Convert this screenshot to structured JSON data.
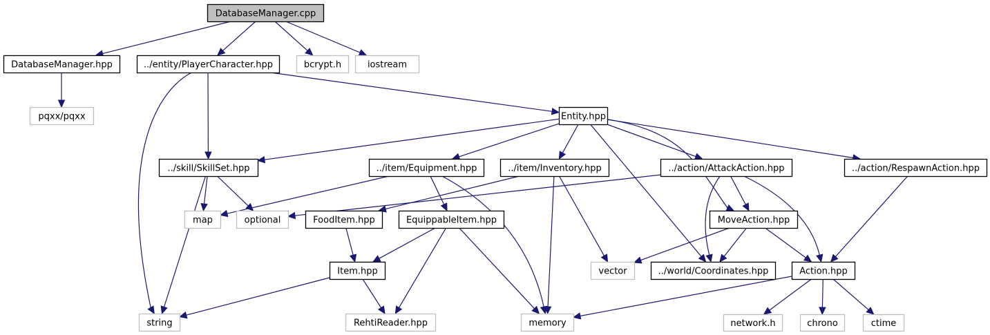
{
  "diagram": {
    "title": "DatabaseManager.cpp",
    "type": "include-dependency-graph",
    "colors": {
      "edge": "#191970",
      "root_fill": "#bfbfbf",
      "internal_border": "#000000",
      "external_border": "#bfbfbf"
    },
    "nodes": [
      {
        "id": "dbm_cpp",
        "label": "DatabaseManager.cpp",
        "kind": "root"
      },
      {
        "id": "dbm_hpp",
        "label": "DatabaseManager.hpp",
        "kind": "internal"
      },
      {
        "id": "player",
        "label": "../entity/PlayerCharacter.hpp",
        "kind": "internal"
      },
      {
        "id": "bcrypt",
        "label": "bcrypt.h",
        "kind": "external"
      },
      {
        "id": "iostream",
        "label": "iostream",
        "kind": "external"
      },
      {
        "id": "pqxx",
        "label": "pqxx/pqxx",
        "kind": "external"
      },
      {
        "id": "entity",
        "label": "Entity.hpp",
        "kind": "internal"
      },
      {
        "id": "skillset",
        "label": "../skill/SkillSet.hpp",
        "kind": "internal"
      },
      {
        "id": "equipment",
        "label": "../item/Equipment.hpp",
        "kind": "internal"
      },
      {
        "id": "inventory",
        "label": "../item/Inventory.hpp",
        "kind": "internal"
      },
      {
        "id": "attack",
        "label": "../action/AttackAction.hpp",
        "kind": "internal"
      },
      {
        "id": "respawn",
        "label": "../action/RespawnAction.hpp",
        "kind": "internal"
      },
      {
        "id": "map",
        "label": "map",
        "kind": "external"
      },
      {
        "id": "optional",
        "label": "optional",
        "kind": "external"
      },
      {
        "id": "fooditem",
        "label": "FoodItem.hpp",
        "kind": "internal"
      },
      {
        "id": "equippable",
        "label": "EquippableItem.hpp",
        "kind": "internal"
      },
      {
        "id": "move",
        "label": "MoveAction.hpp",
        "kind": "internal"
      },
      {
        "id": "vector",
        "label": "vector",
        "kind": "external"
      },
      {
        "id": "coords",
        "label": "../world/Coordinates.hpp",
        "kind": "internal"
      },
      {
        "id": "action",
        "label": "Action.hpp",
        "kind": "internal"
      },
      {
        "id": "item",
        "label": "Item.hpp",
        "kind": "internal"
      },
      {
        "id": "string",
        "label": "string",
        "kind": "external"
      },
      {
        "id": "rehti",
        "label": "RehtiReader.hpp",
        "kind": "external"
      },
      {
        "id": "memory",
        "label": "memory",
        "kind": "external"
      },
      {
        "id": "network",
        "label": "network.h",
        "kind": "external"
      },
      {
        "id": "chrono",
        "label": "chrono",
        "kind": "external"
      },
      {
        "id": "ctime",
        "label": "ctime",
        "kind": "external"
      }
    ],
    "edges": [
      {
        "from": "dbm_cpp",
        "to": "dbm_hpp"
      },
      {
        "from": "dbm_cpp",
        "to": "player"
      },
      {
        "from": "dbm_cpp",
        "to": "bcrypt"
      },
      {
        "from": "dbm_cpp",
        "to": "iostream"
      },
      {
        "from": "dbm_hpp",
        "to": "pqxx"
      },
      {
        "from": "player",
        "to": "entity"
      },
      {
        "from": "player",
        "to": "skillset"
      },
      {
        "from": "player",
        "to": "string"
      },
      {
        "from": "entity",
        "to": "skillset"
      },
      {
        "from": "entity",
        "to": "equipment"
      },
      {
        "from": "entity",
        "to": "inventory"
      },
      {
        "from": "entity",
        "to": "attack"
      },
      {
        "from": "entity",
        "to": "respawn"
      },
      {
        "from": "entity",
        "to": "move"
      },
      {
        "from": "entity",
        "to": "coords"
      },
      {
        "from": "skillset",
        "to": "map"
      },
      {
        "from": "skillset",
        "to": "optional"
      },
      {
        "from": "skillset",
        "to": "string"
      },
      {
        "from": "equipment",
        "to": "map"
      },
      {
        "from": "equipment",
        "to": "equippable"
      },
      {
        "from": "equipment",
        "to": "memory"
      },
      {
        "from": "inventory",
        "to": "fooditem"
      },
      {
        "from": "inventory",
        "to": "memory"
      },
      {
        "from": "inventory",
        "to": "vector"
      },
      {
        "from": "attack",
        "to": "optional"
      },
      {
        "from": "attack",
        "to": "move"
      },
      {
        "from": "attack",
        "to": "coords"
      },
      {
        "from": "attack",
        "to": "action"
      },
      {
        "from": "respawn",
        "to": "action"
      },
      {
        "from": "fooditem",
        "to": "item"
      },
      {
        "from": "equippable",
        "to": "item"
      },
      {
        "from": "equippable",
        "to": "rehti"
      },
      {
        "from": "equippable",
        "to": "memory"
      },
      {
        "from": "move",
        "to": "vector"
      },
      {
        "from": "move",
        "to": "coords"
      },
      {
        "from": "move",
        "to": "action"
      },
      {
        "from": "item",
        "to": "string"
      },
      {
        "from": "item",
        "to": "rehti"
      },
      {
        "from": "action",
        "to": "memory"
      },
      {
        "from": "action",
        "to": "network"
      },
      {
        "from": "action",
        "to": "chrono"
      },
      {
        "from": "action",
        "to": "ctime"
      }
    ]
  }
}
